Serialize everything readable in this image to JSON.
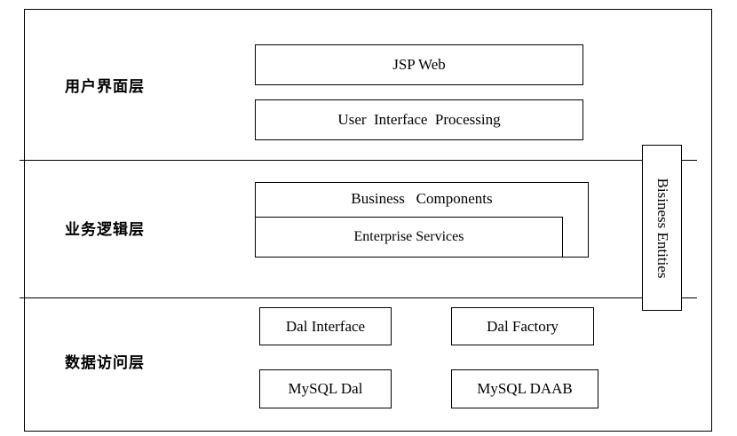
{
  "layers": {
    "ui": {
      "label": "用户界面层"
    },
    "business": {
      "label": "业务逻辑层"
    },
    "data_access": {
      "label": "数据访问层"
    }
  },
  "ui_layer": {
    "jsp_web": "JSP Web",
    "ui_processing": "User  Interface  Processing"
  },
  "business_layer": {
    "business_components": "Business   Components",
    "enterprise_services": "Enterprise Services"
  },
  "data_layer": {
    "dal_interface": "Dal Interface",
    "dal_factory": "Dal Factory",
    "mysql_dal": "MySQL Dal",
    "mysql_daab": "MySQL DAAB"
  },
  "side": {
    "business_entities": "Bisiness Entities"
  }
}
